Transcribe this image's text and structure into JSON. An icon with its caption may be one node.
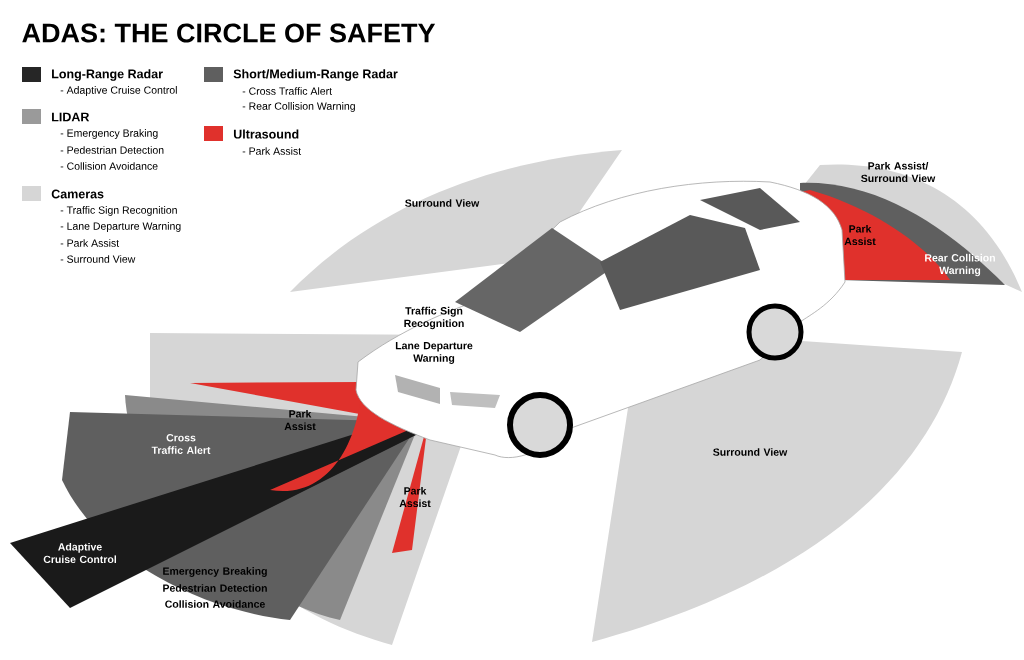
{
  "diagram": {
    "title": "ADAS: THE CIRCLE OF SAFETY",
    "legend": [
      {
        "text": "Long-Range Radar",
        "color": "#262626"
      },
      {
        "text": "LIDAR",
        "color": "#9a9a9a"
      },
      {
        "text": "Cameras",
        "color": "#d6d6d6"
      },
      {
        "text": "Short/Medium-Range Radar",
        "color": "#5f5f5f"
      },
      {
        "text": "Ultrasound",
        "color": "#e0312c"
      }
    ],
    "labels": [
      "- Adaptive Cruise Control",
      "- Emergency Braking",
      "- Pedestrian Detection",
      "- Collision Avoidance",
      "- Traffic Sign Recognition",
      "- Lane Departure Warning",
      "- Park Assist",
      "- Surround View",
      "- Cross Traffic Alert",
      "- Rear Collision Warning",
      "- Park Assist",
      "Surround View",
      "Park Assist/ Surround View",
      "Park Assist",
      "Rear Collision Warning",
      "Traffic Sign Recognition",
      "Lane Departure Warning",
      "Park Assist",
      "Cross Traffic Alert",
      "Surround View",
      "Park Assist",
      "Adaptive Cruise Control",
      "Emergency Breaking",
      "Pedestrian Detection",
      "Collision Avoidance"
    ]
  }
}
